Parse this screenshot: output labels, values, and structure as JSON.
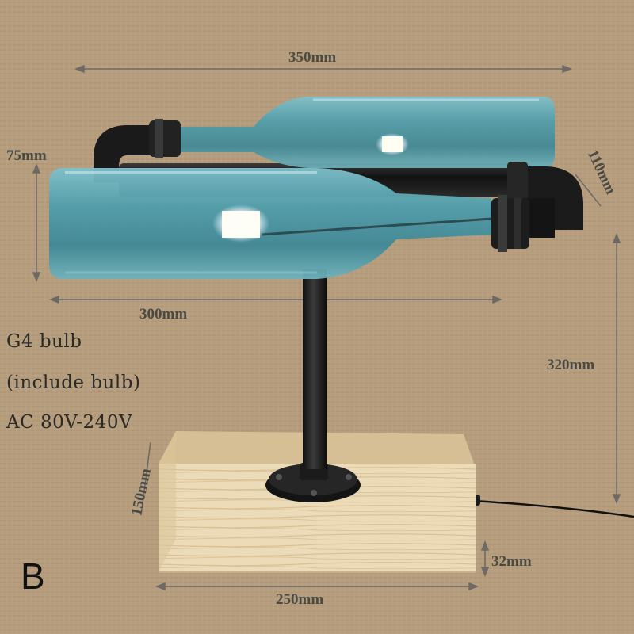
{
  "dimensions": {
    "top_width": "350mm",
    "bottle_height": "75mm",
    "side_depth": "110mm",
    "bottle_length": "300mm",
    "total_height": "320mm",
    "base_depth": "150mm",
    "base_thickness": "32mm",
    "base_width": "250mm"
  },
  "specs": {
    "bulb": "G4 bulb",
    "bulb_included": "(include bulb)",
    "voltage": "AC 80V-240V"
  },
  "variant_label": "B",
  "colors": {
    "background": "#b49c7c",
    "glass": "#5aa6b2",
    "pipe": "#1c1c1c",
    "wood": "#ead8b4",
    "dimension_line": "#6a6a62"
  }
}
